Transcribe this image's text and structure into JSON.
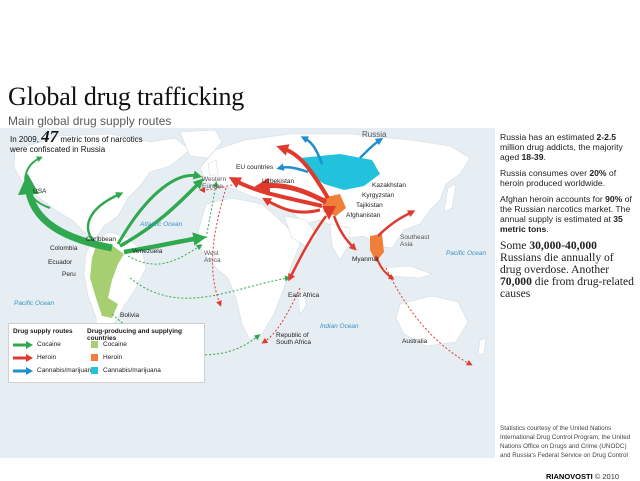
{
  "title": "Global drug trafficking",
  "subtitle": "Main global drug supply routes",
  "seized": {
    "pre": "In 2009,",
    "amount": "47",
    "post": "metric tons of narcotics",
    "line2": "were confiscated in Russia"
  },
  "labels": {
    "usa": "USA",
    "caribbean": "Caribbean",
    "atlantic": "Atlantic Ocean",
    "pacific_left": "Pacific Ocean",
    "pacific_right": "Pacific Ocean",
    "indian": "Indian Ocean",
    "colombia": "Colombia",
    "venezuela": "Venezuela",
    "ecuador": "Ecuador",
    "peru": "Peru",
    "bolivia": "Bolivia",
    "western_europe": "Western\nEurope",
    "eu_countries": "EU countries",
    "russia": "Russia",
    "uzbekistan": "Uzbekistan",
    "kazakhstan": "Kazakhstan",
    "kyrgyzstan": "Kyrgyzstan",
    "tajikistan": "Tajikistan",
    "afghanistan": "Afghanistan",
    "myanmar": "Myanmar",
    "southeast_asia": "Southeast\nAsia",
    "west_africa": "West\nAfrica",
    "east_africa": "East Africa",
    "south_africa": "Republic of\nSouth Africa",
    "australia": "Australia"
  },
  "legend": {
    "routes_header": "Drug supply routes",
    "countries_header": "Drug-producing and supplying countries",
    "routes": [
      "Cocaine",
      "Heroin",
      "Cannabis/marijuana"
    ],
    "countries": [
      "Cocaine",
      "Heroin",
      "Cannabis/marijuana"
    ]
  },
  "colors": {
    "cocaine": "#2fa84f",
    "cocaine_area": "#a6cf72",
    "heroin": "#e03a2f",
    "heroin_area": "#f07f3a",
    "cannabis": "#1f8fd0",
    "cannabis_area": "#22c1dc",
    "land": "#ffffff",
    "sea": "#e6eef3"
  },
  "facts": {
    "f1_a": "Russia has an estimated ",
    "f1_b": "2-2.5",
    "f1_c": " million drug addicts, the majority aged ",
    "f1_d": "18-39",
    "f1_e": ".",
    "f2_a": "Russia consumes over ",
    "f2_b": "20%",
    "f2_c": " of heroin produced worldwide.",
    "f3_a": "Afghan heroin accounts for ",
    "f3_b": "90%",
    "f3_c": " of the Russian narcotics market. The annual supply is estimated at ",
    "f3_d": "35 metric tons",
    "f3_e": ".",
    "f4_a": "Some ",
    "f4_b": "30,000-40,000",
    "f4_c": " Russians die annually of drug overdose. Another ",
    "f4_d": "70,000",
    "f4_e": " die from drug-related causes"
  },
  "credit": "Statistics courtesy of the United Nations International Drug Control Program, the United Nations Office on Drugs and Crime (UNODC) and Russia's Federal Service on Drug Control",
  "logo": {
    "brand": "RIANOVOSTI",
    "copyright": "© 2010"
  }
}
